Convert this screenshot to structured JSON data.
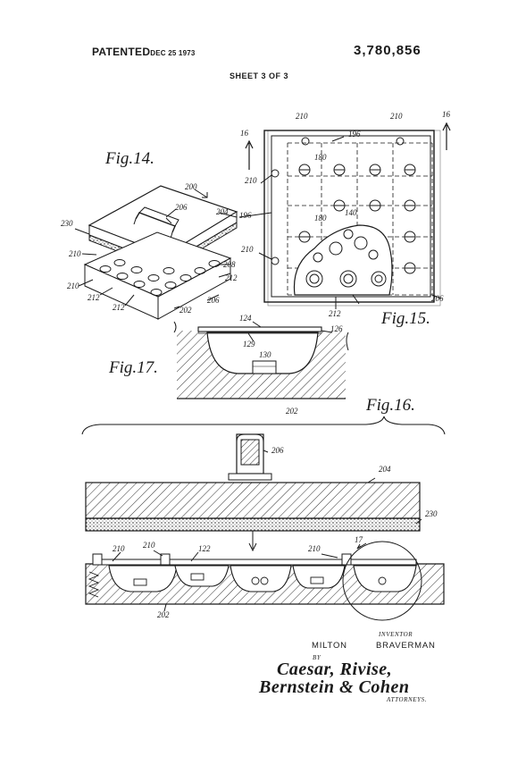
{
  "header": {
    "patented_label": "PATENTED",
    "patent_date": "DEC 25 1973",
    "patent_number": "3,780,856",
    "sheet": "SHEET 3 OF 3"
  },
  "figures": {
    "fig14": "Fig.14.",
    "fig15": "Fig.15.",
    "fig16": "Fig.16.",
    "fig17": "Fig.17."
  },
  "refs": {
    "r200": "200",
    "r204": "204",
    "r206": "206",
    "r230": "230",
    "r210": "210",
    "r208": "208",
    "r212": "212",
    "r202": "202",
    "r196": "196",
    "r180": "180",
    "r140": "140",
    "r16": "16",
    "r124": "124",
    "r126": "126",
    "r129": "129",
    "r130": "130",
    "r122": "122",
    "r17": "17"
  },
  "signature": {
    "inventor_caption": "INVENTOR",
    "inventor_first": "MILTON",
    "inventor_last": "BRAVERMAN",
    "by": "BY",
    "attorneys_line1": "Caesar, Rivise,",
    "attorneys_line2": "Bernstein & Cohen",
    "attorneys_caption": "ATTORNEYS."
  },
  "colors": {
    "ink": "#1a1a1a",
    "paper": "#ffffff"
  }
}
